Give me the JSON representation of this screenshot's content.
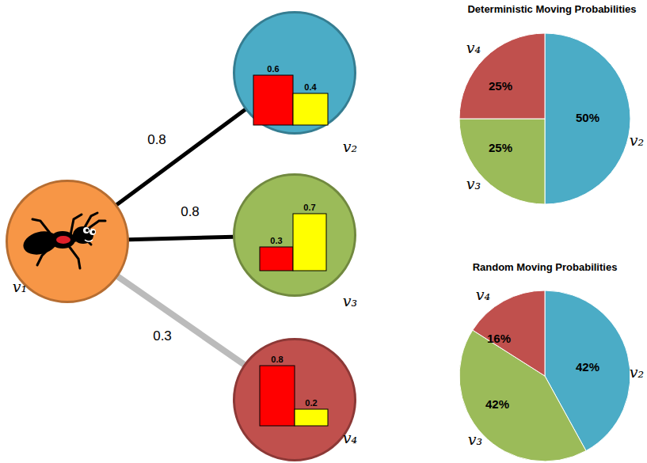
{
  "diagram": {
    "nodes": [
      {
        "text": [
          "v₁"
        ]
      },
      {
        "text": [
          "0.6",
          "0.4",
          "v₂"
        ]
      },
      {
        "text": [
          "0.3",
          "0.7",
          "v₃"
        ]
      },
      {
        "text": [
          "0.8",
          "0.2",
          "v₄"
        ]
      }
    ],
    "edges": [
      {
        "from": 0,
        "to": 1,
        "label": "0.8",
        "arrow": "none"
      },
      {
        "from": 0,
        "to": 2,
        "label": "0.8",
        "arrow": "none"
      },
      {
        "from": 0,
        "to": 3,
        "label": "0.3",
        "arrow": "none"
      }
    ],
    "labels": [
      "Deterministic Moving Probabilities",
      "v₄",
      "25%",
      "50%",
      "v₂",
      "25%",
      "v₃",
      "Random Moving Probabilities",
      "v₄",
      "16%",
      "42%",
      "v₂",
      "42%",
      "v₃"
    ]
  }
}
